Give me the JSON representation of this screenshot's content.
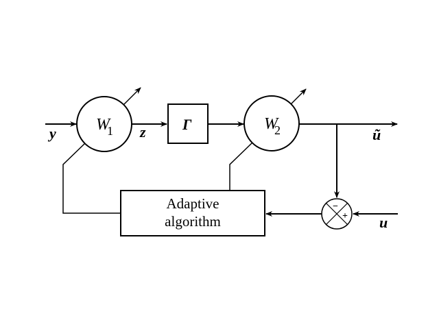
{
  "diagram": {
    "title": "Adaptive filtering block diagram",
    "nodes": {
      "w1": {
        "main": "W",
        "sub": "1"
      },
      "gamma": {
        "label": "Γ"
      },
      "w2": {
        "main": "W",
        "sub": "2"
      },
      "adaptive": {
        "line1": "Adaptive",
        "line2": "algorithm"
      },
      "sum": {
        "minus": "−",
        "plus": "+"
      }
    },
    "signals": {
      "y": "y",
      "z": "z",
      "u_tilde": "ũ",
      "u": "u"
    }
  }
}
